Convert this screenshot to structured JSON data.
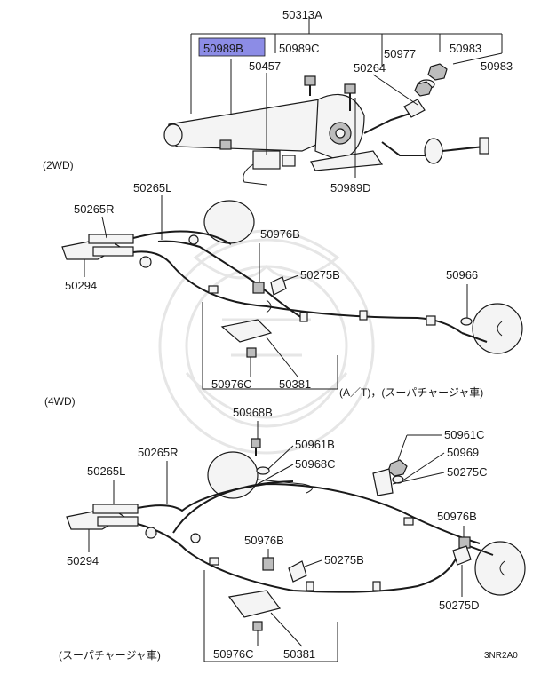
{
  "colors": {
    "highlight": "#8c8ce6",
    "ink": "#1a1a1a",
    "watermark": "#e6e6e6"
  },
  "labels": {
    "p50313A": "50313A",
    "p50989B": "50989B",
    "p50989C": "50989C",
    "p50977": "50977",
    "p50983a": "50983",
    "p50983b": "50983",
    "p50457": "50457",
    "p50264": "50264",
    "p50989D": "50989D",
    "w_50265L": "50265L",
    "w_50265R": "50265R",
    "w_50294": "50294",
    "w_50976B": "50976B",
    "w_50275B": "50275B",
    "w_50966": "50966",
    "w_50976C": "50976C",
    "w_50381": "50381",
    "f_50968B": "50968B",
    "f_50961B": "50961B",
    "f_50968C": "50968C",
    "f_50961C": "50961C",
    "f_50969": "50969",
    "f_50275C": "50275C",
    "f_50265R": "50265R",
    "f_50265L": "50265L",
    "f_50294": "50294",
    "f_50976Ba": "50976B",
    "f_50976Bb": "50976B",
    "f_50275B": "50275B",
    "f_50275D": "50275D",
    "f_50976C": "50976C",
    "f_50381": "50381"
  },
  "sections": {
    "two_wd": "(2WD)",
    "four_wd": "(4WD)",
    "at_supercharger": "(A／T)，(スーパチャージャ車)",
    "supercharger": "(スーパチャージャ車)"
  },
  "diagram_code": "3NR2A0"
}
